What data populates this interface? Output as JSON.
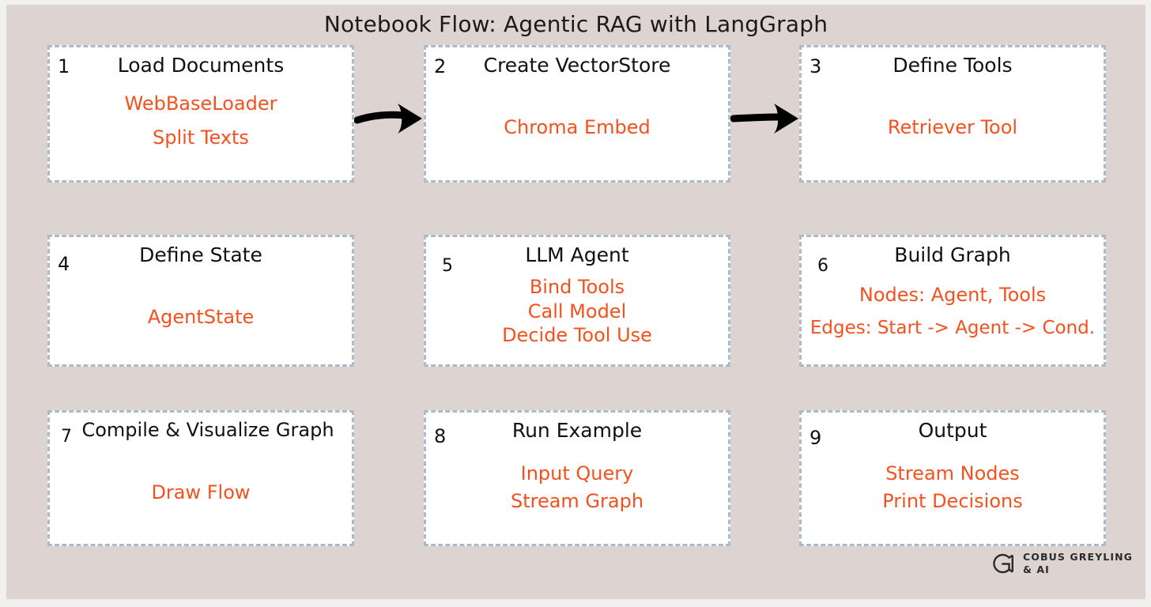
{
  "title": "Notebook Flow: Agentic RAG with LangGraph",
  "colors": {
    "canvas_background": "#ddd4d2",
    "outer_frame": "#f2f0ef",
    "box_background": "#ffffff",
    "box_border": "#adbbc9",
    "title_text": "#111111",
    "detail_text": "#f4511e",
    "arrow": "#000000"
  },
  "steps": [
    {
      "number": "1",
      "title": "Load Documents",
      "details": [
        "WebBaseLoader",
        "Split Texts"
      ]
    },
    {
      "number": "2",
      "title": "Create VectorStore",
      "details": [
        "Chroma Embed"
      ]
    },
    {
      "number": "3",
      "title": "Define Tools",
      "details": [
        "Retriever Tool"
      ]
    },
    {
      "number": "4",
      "title": "Define State",
      "details": [
        "AgentState"
      ]
    },
    {
      "number": "5",
      "title": "LLM Agent",
      "details": [
        "Bind Tools",
        "Call Model",
        "Decide Tool Use"
      ]
    },
    {
      "number": "6",
      "title": "Build Graph",
      "details": [
        "Nodes: Agent, Tools",
        "Edges: Start -> Agent -> Cond."
      ]
    },
    {
      "number": "7",
      "title": "Compile & Visualize Graph",
      "details": [
        "Draw Flow"
      ]
    },
    {
      "number": "8",
      "title": "Run Example",
      "details": [
        "Input Query",
        "Stream Graph"
      ]
    },
    {
      "number": "9",
      "title": "Output",
      "details": [
        "Stream Nodes",
        "Print Decisions"
      ]
    }
  ],
  "arrows": [
    {
      "from": "1",
      "to": "2"
    },
    {
      "from": "2",
      "to": "3"
    }
  ],
  "watermark": {
    "line1": "COBUS GREYLING",
    "line2": "& AI"
  }
}
